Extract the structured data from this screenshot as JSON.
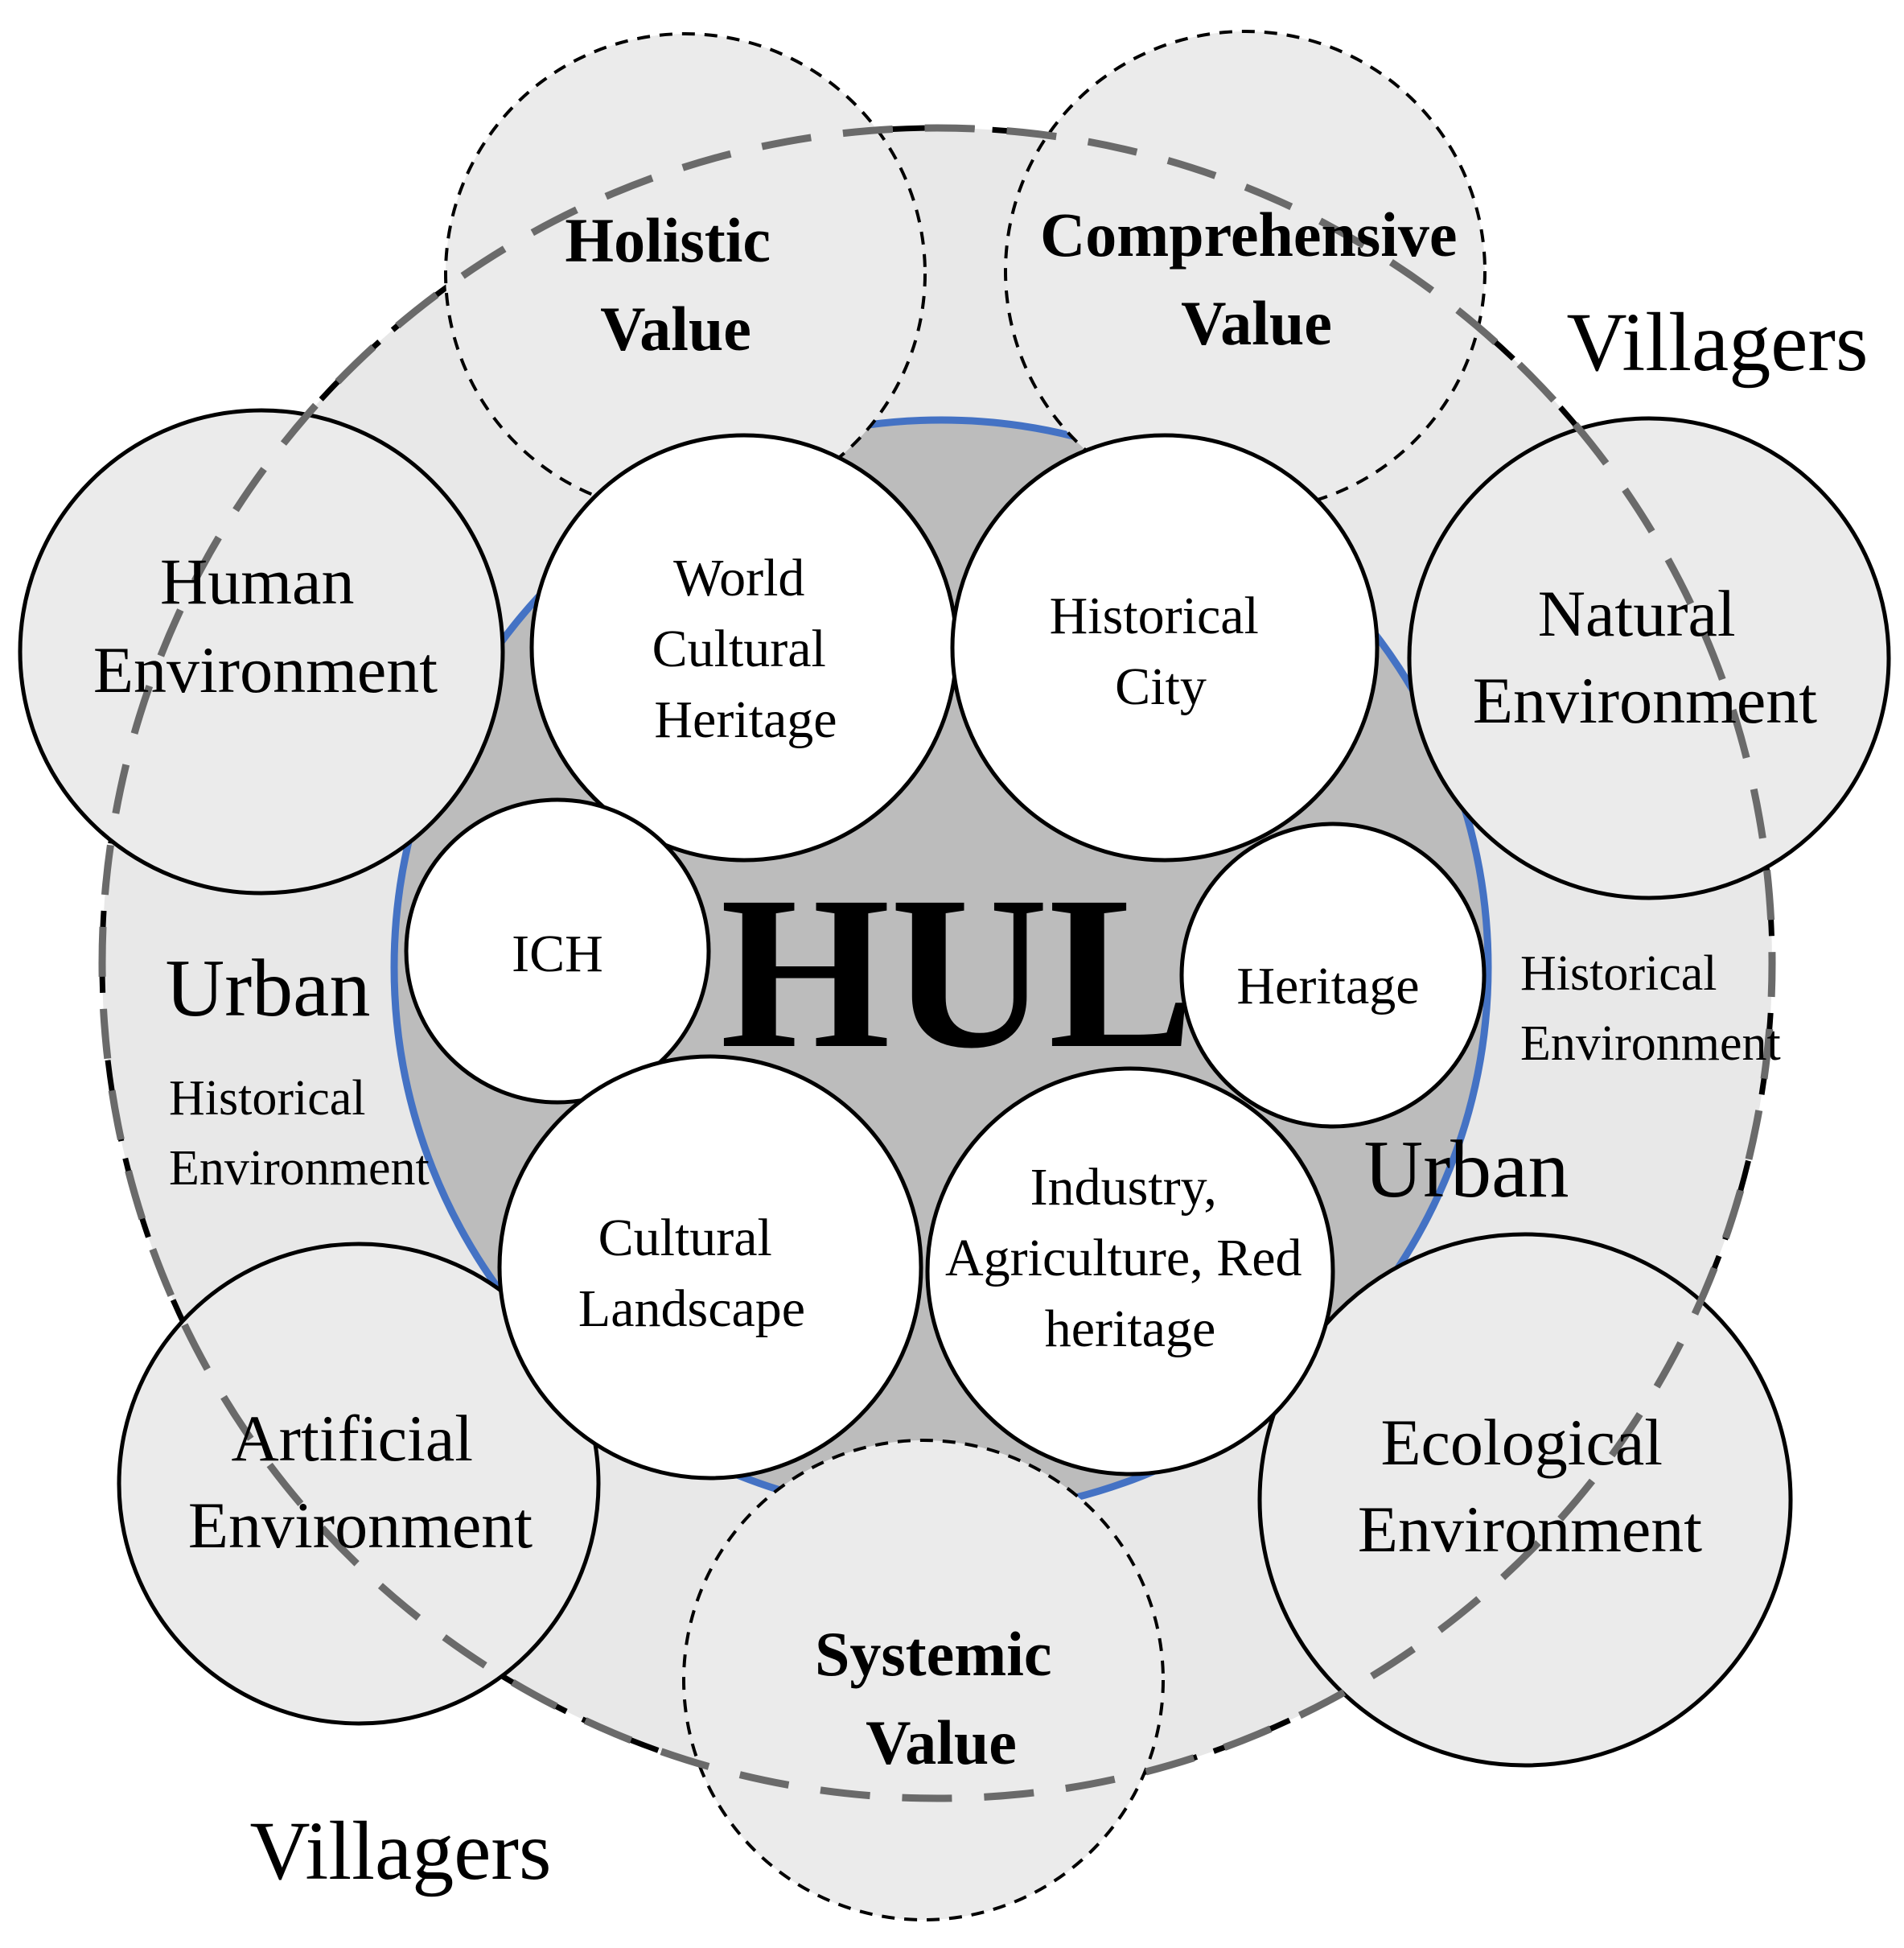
{
  "center": {
    "title": "HUL"
  },
  "values": {
    "holistic": [
      "Holistic",
      "Value"
    ],
    "comprehensive": [
      "Comprehensive",
      "Value"
    ],
    "systemic": [
      "Systemic",
      "Value"
    ]
  },
  "environments": {
    "human": [
      "Human",
      "Environment"
    ],
    "natural": [
      "Natural",
      "Environment"
    ],
    "artificial": [
      "Artificial",
      "Environment"
    ],
    "ecological": [
      "Ecological",
      "Environment"
    ]
  },
  "heritage": {
    "world_cultural": [
      "World",
      "Cultural",
      "Heritage"
    ],
    "historical_city": [
      "Historical",
      "City"
    ],
    "ich": [
      "ICH"
    ],
    "heritage": [
      "Heritage"
    ],
    "cultural_landscape": [
      "Cultural",
      "Landscape"
    ],
    "industry": [
      "Industry,",
      "Agriculture, Red",
      "heritage"
    ]
  },
  "labels": {
    "urban_left": "Urban",
    "urban_right": "Urban",
    "historical_left": [
      "Historical",
      "Environment"
    ],
    "historical_right": [
      "Historical",
      "Environment"
    ],
    "villagers_top": "Villagers",
    "villagers_bottom": "Villagers"
  }
}
